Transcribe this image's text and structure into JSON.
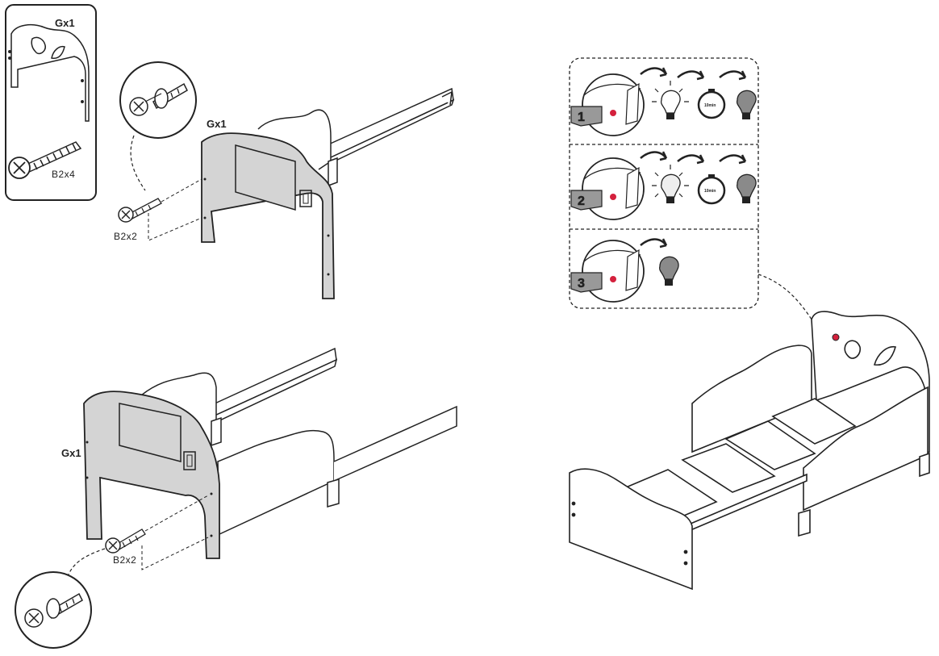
{
  "parts_box": {
    "headboard_qty": "Gx1",
    "screw_qty": "B2x4"
  },
  "step1": {
    "headboard_qty": "Gx1",
    "screw_qty": "B2x2"
  },
  "step2": {
    "headboard_qty": "Gx1",
    "screw_qty": "B2x2"
  },
  "light_panel": {
    "rows": [
      {
        "press": "1"
      },
      {
        "press": "2"
      },
      {
        "press": "3"
      }
    ],
    "timer_label": "10min"
  },
  "colors": {
    "line": "#222222",
    "panel_fill": "#d4d4d4",
    "button_red": "#d4213d",
    "bulb_off": "#8a8a8a"
  }
}
